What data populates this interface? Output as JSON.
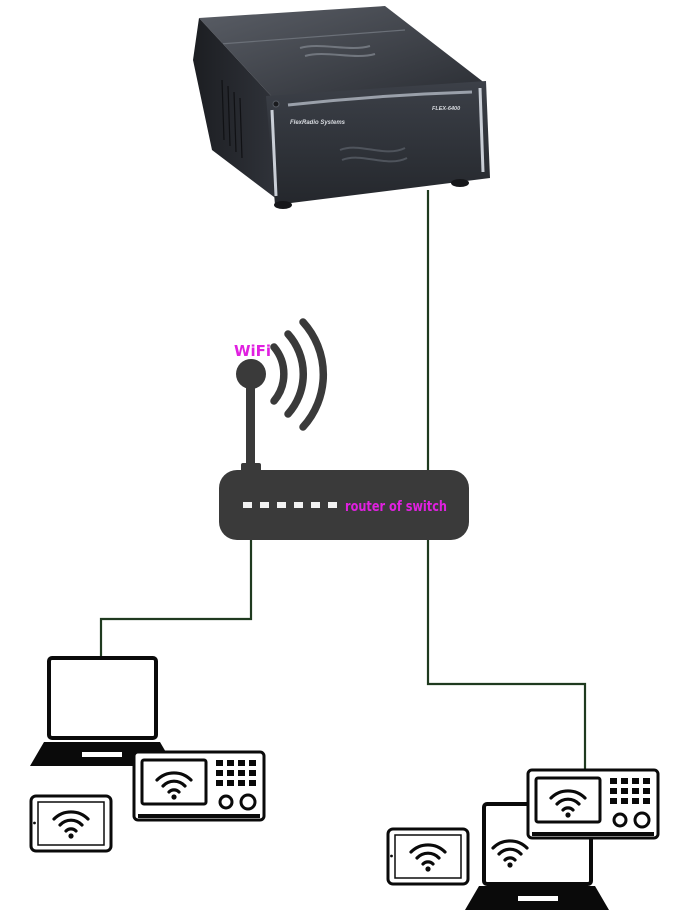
{
  "radio": {
    "brand": "FlexRadio Systems",
    "model": "FLEX-6400"
  },
  "router": {
    "label": "router of switch",
    "port_count": 6
  },
  "wifi": {
    "label": "WiFi"
  },
  "colors": {
    "cable": "#1f3a1f",
    "router_body": "#3a3a3a",
    "label_accent": "#e020e0",
    "device_stroke": "#0a0a0a",
    "radio_body": "#2e3138"
  },
  "icons": [
    "laptop-icon",
    "tablet-icon",
    "radio-control-head-icon",
    "wifi-icon",
    "antenna-icon"
  ]
}
